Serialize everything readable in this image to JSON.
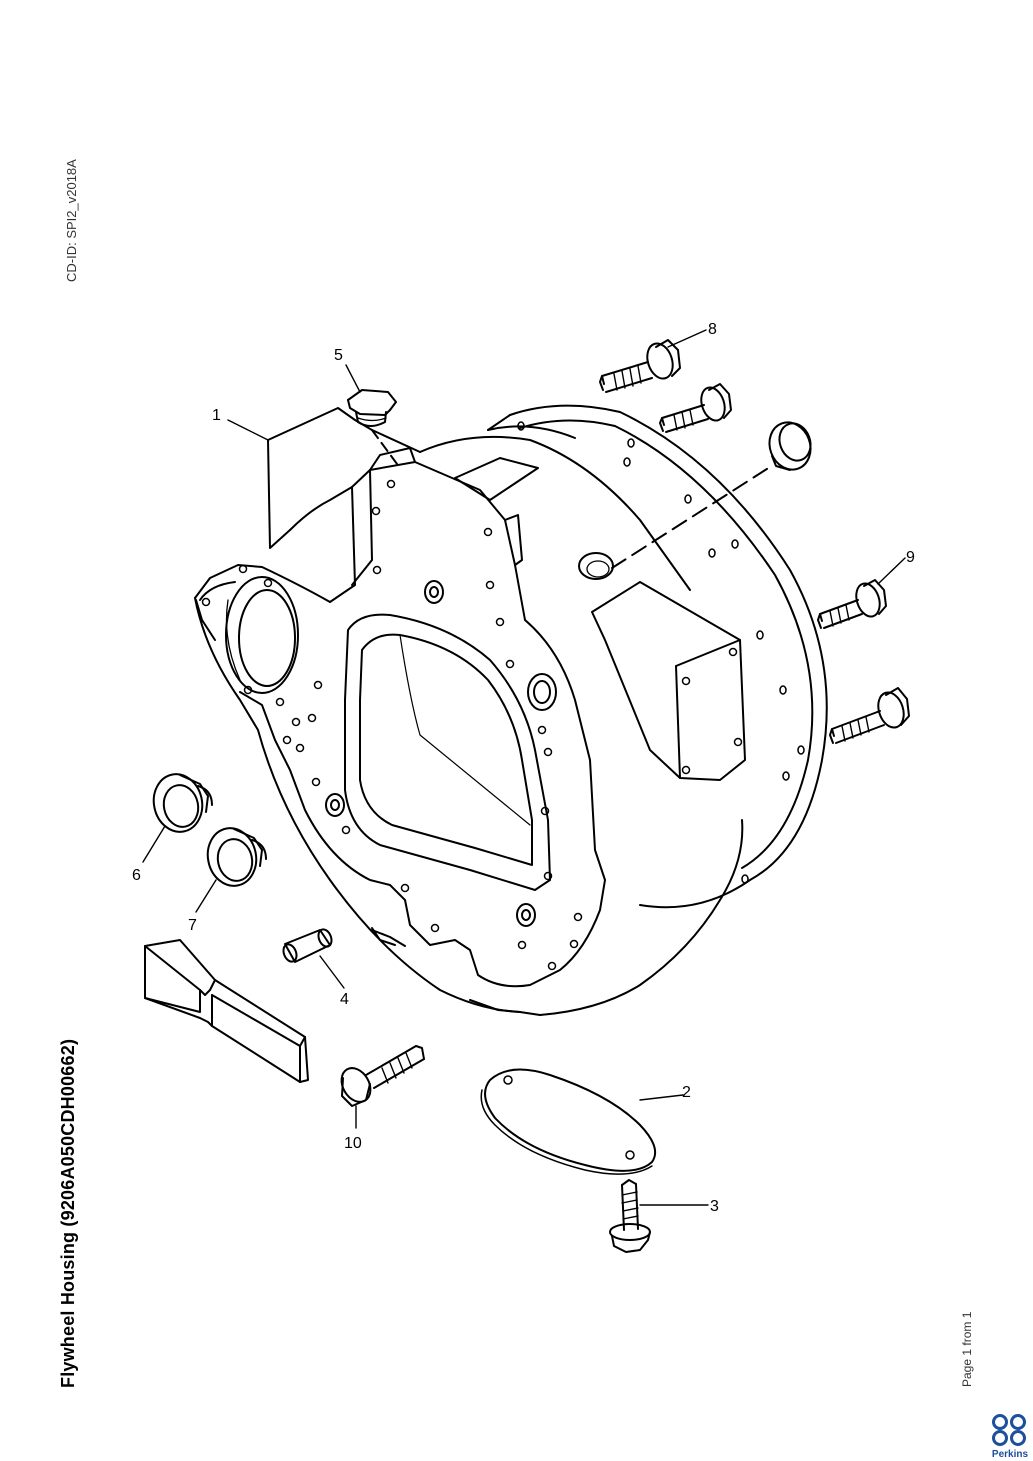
{
  "document": {
    "cd_id": "CD-ID: SPI2_v2018A",
    "title": "Flywheel Housing (9206A050CDH00662)",
    "page_info": "Page 1 from 1",
    "brand": "Perkins"
  },
  "callouts": {
    "c1": "1",
    "c2": "2",
    "c3": "3",
    "c4": "4",
    "c5": "5",
    "c6": "6",
    "c7": "7",
    "c8": "8",
    "c9": "9",
    "c10": "10"
  },
  "colors": {
    "brand_blue": "#1c4f9c",
    "line": "#000000"
  }
}
